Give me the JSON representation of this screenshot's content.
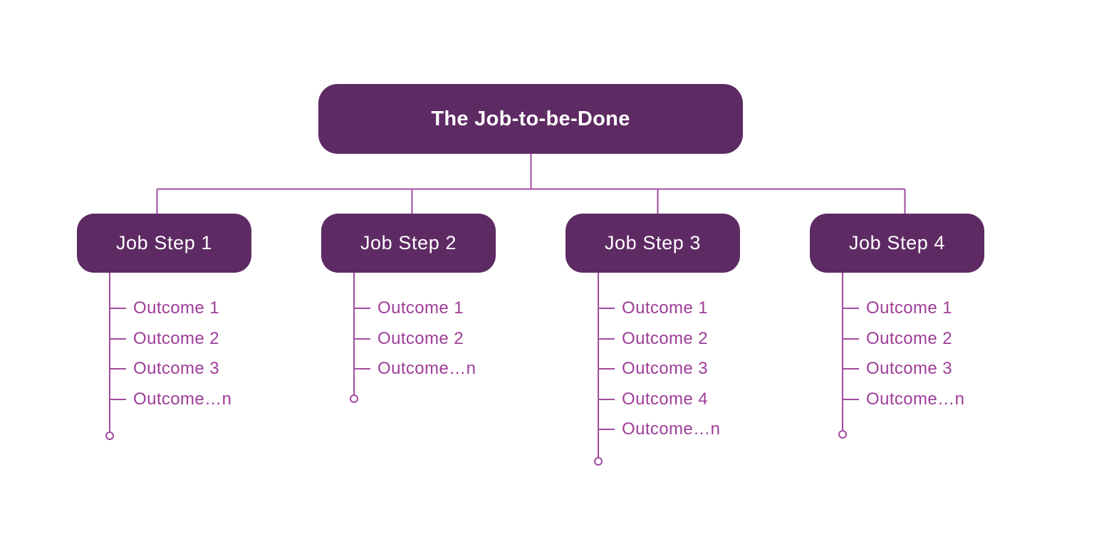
{
  "diagram": {
    "root": {
      "label": "The Job-to-be-Done"
    },
    "steps": [
      {
        "label": "Job Step 1",
        "outcomes": [
          "Outcome 1",
          "Outcome 2",
          "Outcome 3",
          "Outcome…n"
        ]
      },
      {
        "label": "Job Step 2",
        "outcomes": [
          "Outcome 1",
          "Outcome 2",
          "Outcome…n"
        ]
      },
      {
        "label": "Job Step 3",
        "outcomes": [
          "Outcome 1",
          "Outcome 2",
          "Outcome 3",
          "Outcome 4",
          "Outcome…n"
        ]
      },
      {
        "label": "Job Step 4",
        "outcomes": [
          "Outcome 1",
          "Outcome 2",
          "Outcome 3",
          "Outcome…n"
        ]
      }
    ],
    "colors": {
      "box_fill": "#5e2a64",
      "connector_line": "#a14b9f",
      "outcome_text": "#9e3d98",
      "box_text": "#ffffff",
      "background": "#ffffff"
    }
  }
}
